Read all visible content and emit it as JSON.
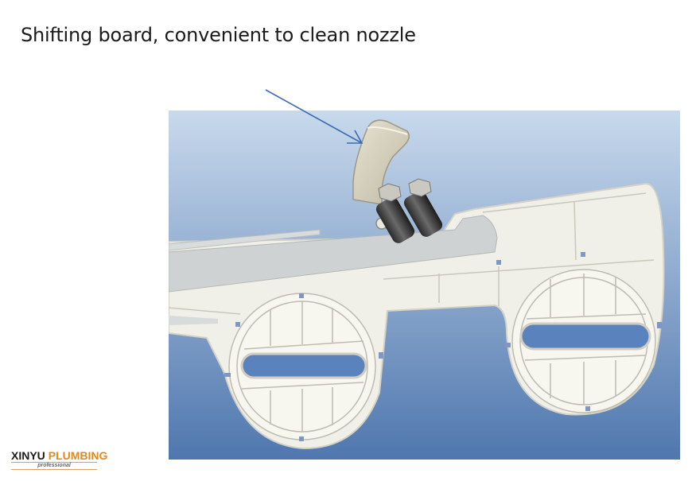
{
  "slide": {
    "title": "Shifting board, convenient to clean nozzle"
  },
  "figure": {
    "icon": "cad-render-shifting-board",
    "arrow_color": "#3d6bb3",
    "background_top": "#c8d9ec",
    "background_bottom": "#4f77ae"
  },
  "brand": {
    "primary": "XINYU",
    "secondary": "PLUMBING",
    "tagline": "professional",
    "primary_color": "#1b1b1b",
    "accent_color": "#e8861a"
  }
}
